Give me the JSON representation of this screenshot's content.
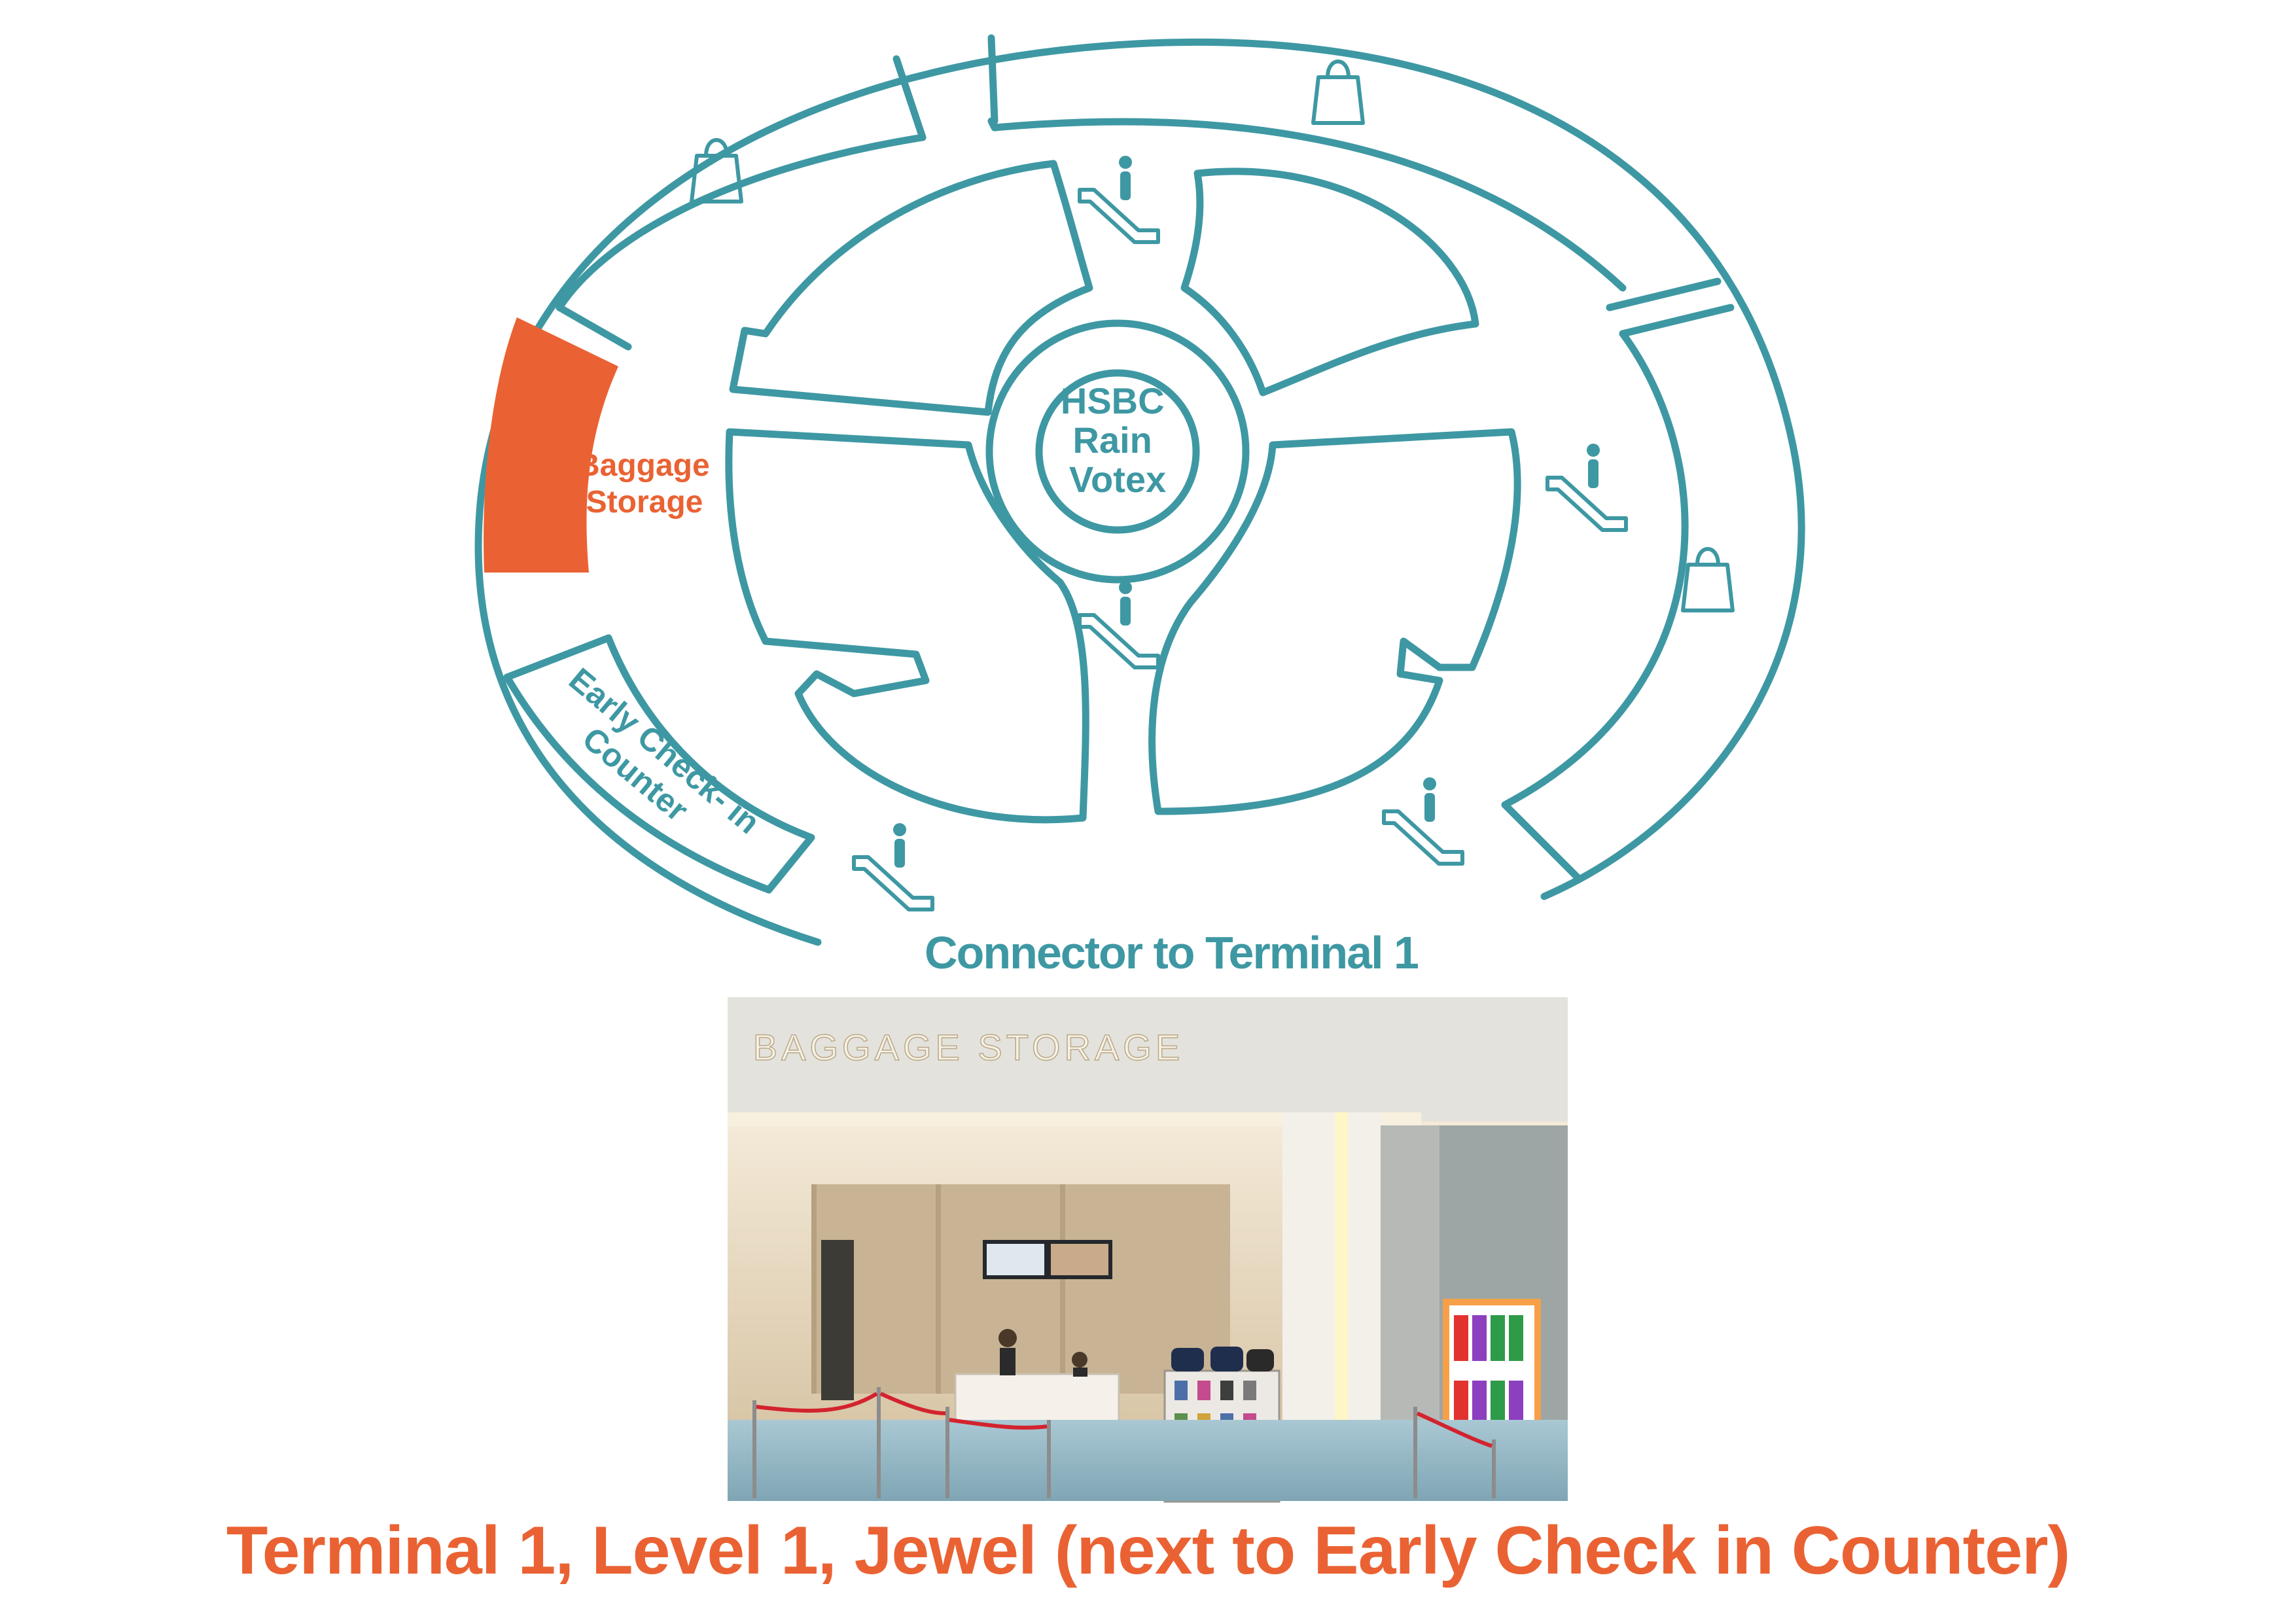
{
  "map": {
    "center_label_lines": [
      "HSBC",
      "Rain",
      "Votex"
    ],
    "baggage_label_lines": [
      "Baggage",
      "Storage"
    ],
    "early_checkin_label_lines": [
      "Early Check- in",
      "Counter"
    ],
    "connector_label": "Connector to Terminal 1",
    "icons": [
      "shopping-bag-icon",
      "escalator-icon"
    ]
  },
  "photo": {
    "sign_text": "BAGGAGE STORAGE"
  },
  "caption": "Terminal 1, Level 1, Jewel (next to Early Check in Counter)",
  "colors": {
    "map_teal": "#3e98a3",
    "highlight_orange": "#ea6233"
  }
}
